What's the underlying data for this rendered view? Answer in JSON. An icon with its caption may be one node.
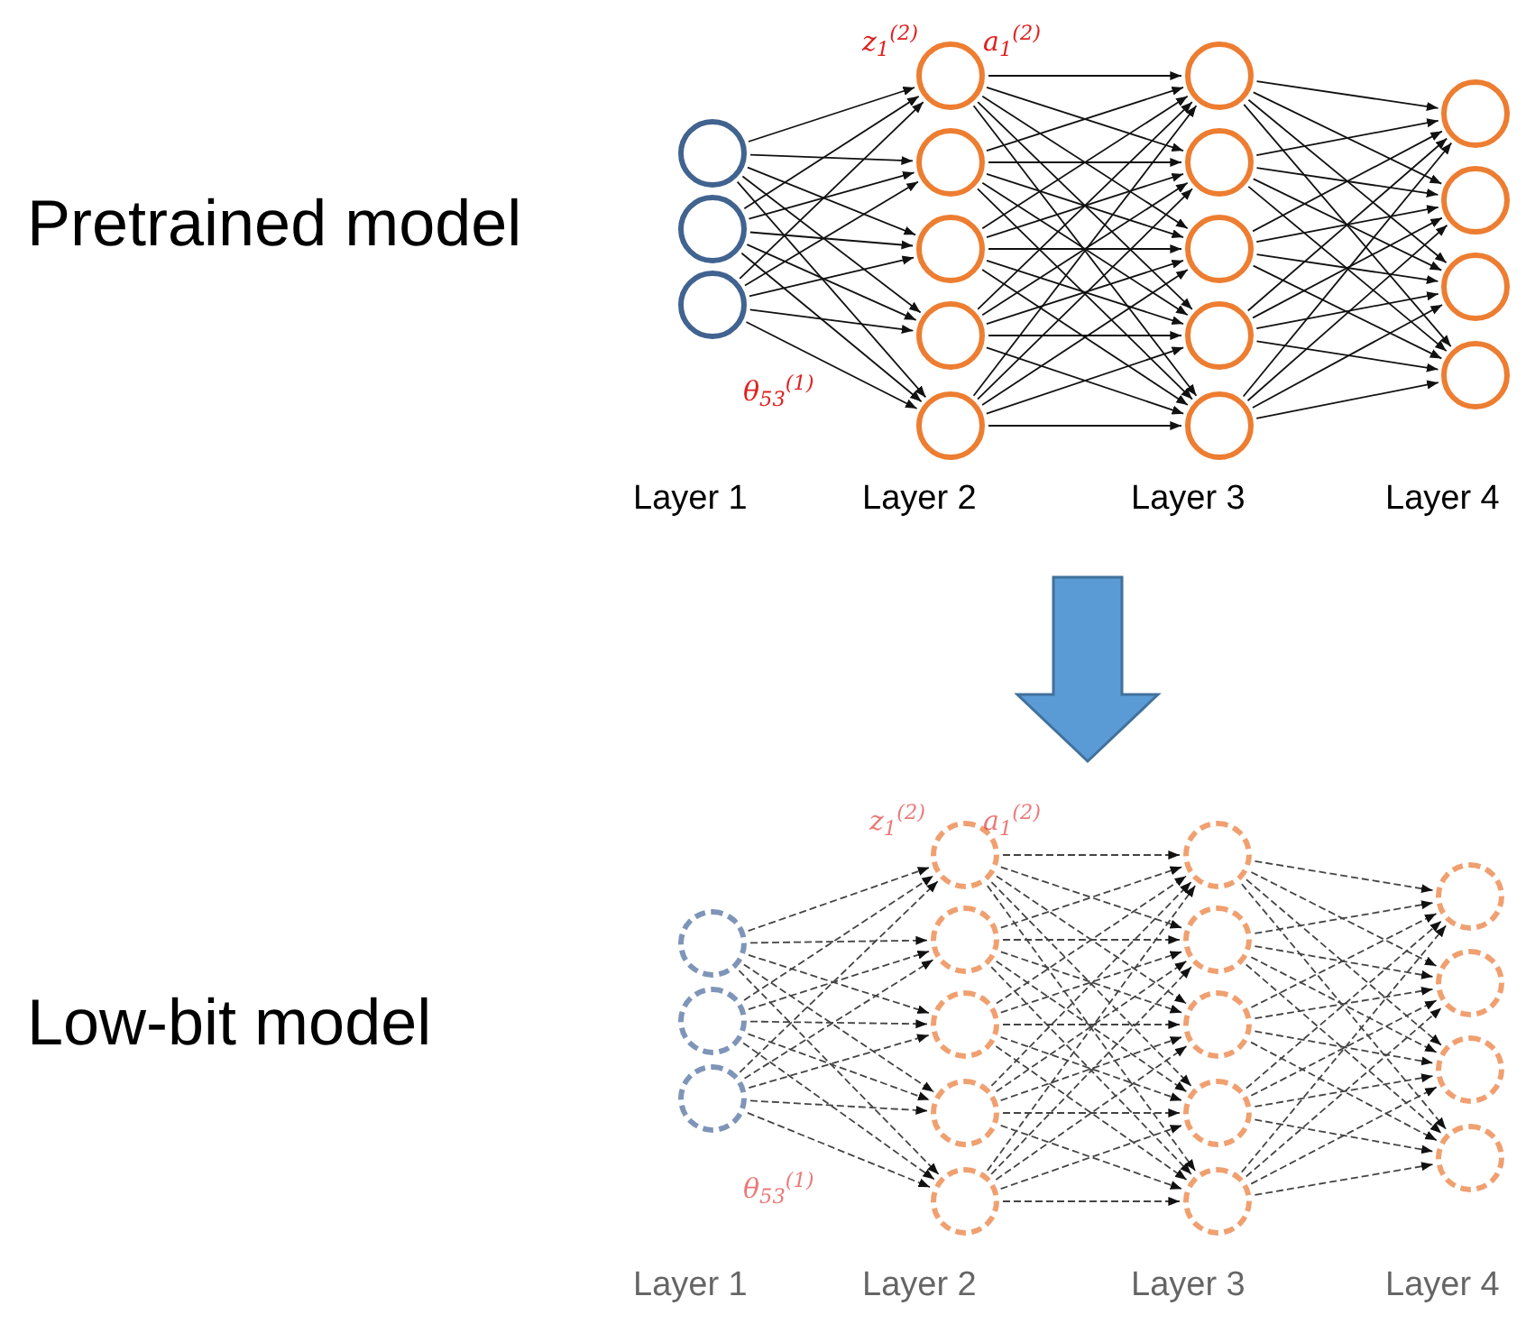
{
  "diagram": {
    "nodes": [
      {
        "text": [],
        "shape": "circle"
      },
      {
        "text": [],
        "shape": "circle"
      },
      {
        "text": [],
        "shape": "circle"
      },
      {
        "text": [],
        "shape": "circle"
      },
      {
        "text": [],
        "shape": "circle"
      },
      {
        "text": [],
        "shape": "circle"
      },
      {
        "text": [],
        "shape": "circle"
      },
      {
        "text": [],
        "shape": "circle"
      },
      {
        "text": [],
        "shape": "circle"
      },
      {
        "text": [],
        "shape": "circle"
      },
      {
        "text": [],
        "shape": "circle"
      },
      {
        "text": [],
        "shape": "circle"
      },
      {
        "text": [],
        "shape": "circle"
      },
      {
        "text": [],
        "shape": "circle"
      },
      {
        "text": [],
        "shape": "circle"
      },
      {
        "text": [],
        "shape": "circle"
      },
      {
        "text": [],
        "shape": "circle"
      },
      {
        "text": [],
        "shape": "circle"
      },
      {
        "text": [],
        "shape": "circle"
      },
      {
        "text": [],
        "shape": "circle"
      },
      {
        "text": [],
        "shape": "circle"
      },
      {
        "text": [],
        "shape": "circle"
      },
      {
        "text": [],
        "shape": "circle"
      },
      {
        "text": [],
        "shape": "circle"
      },
      {
        "text": [],
        "shape": "circle"
      },
      {
        "text": [],
        "shape": "circle"
      },
      {
        "text": [],
        "shape": "circle"
      },
      {
        "text": [],
        "shape": "circle"
      },
      {
        "text": [],
        "shape": "circle"
      },
      {
        "text": [],
        "shape": "circle"
      },
      {
        "text": [],
        "shape": "circle"
      },
      {
        "text": [],
        "shape": "circle"
      },
      {
        "text": [],
        "shape": "circle"
      },
      {
        "text": [],
        "shape": "circle"
      }
    ],
    "edges": [
      {
        "from": 0,
        "to": 3,
        "arrow": "to"
      },
      {
        "from": 0,
        "to": 4,
        "arrow": "to"
      },
      {
        "from": 0,
        "to": 5,
        "arrow": "to"
      },
      {
        "from": 0,
        "to": 6,
        "arrow": "to"
      },
      {
        "from": 0,
        "to": 7,
        "arrow": "to"
      },
      {
        "from": 1,
        "to": 3,
        "arrow": "to"
      },
      {
        "from": 1,
        "to": 4,
        "arrow": "to"
      },
      {
        "from": 1,
        "to": 5,
        "arrow": "to"
      },
      {
        "from": 1,
        "to": 6,
        "arrow": "to"
      },
      {
        "from": 1,
        "to": 7,
        "arrow": "to"
      },
      {
        "from": 2,
        "to": 3,
        "arrow": "to"
      },
      {
        "from": 2,
        "to": 4,
        "arrow": "to"
      },
      {
        "from": 2,
        "to": 5,
        "arrow": "to"
      },
      {
        "from": 2,
        "to": 6,
        "arrow": "to"
      },
      {
        "from": 2,
        "to": 7,
        "arrow": "to"
      },
      {
        "from": 3,
        "to": 8,
        "arrow": "to"
      },
      {
        "from": 3,
        "to": 9,
        "arrow": "to"
      },
      {
        "from": 3,
        "to": 10,
        "arrow": "to"
      },
      {
        "from": 3,
        "to": 11,
        "arrow": "to"
      },
      {
        "from": 3,
        "to": 12,
        "arrow": "to"
      },
      {
        "from": 4,
        "to": 8,
        "arrow": "to"
      },
      {
        "from": 4,
        "to": 9,
        "arrow": "to"
      },
      {
        "from": 4,
        "to": 10,
        "arrow": "to"
      },
      {
        "from": 4,
        "to": 11,
        "arrow": "to"
      },
      {
        "from": 4,
        "to": 12,
        "arrow": "to"
      },
      {
        "from": 5,
        "to": 8,
        "arrow": "to"
      },
      {
        "from": 5,
        "to": 9,
        "arrow": "to"
      },
      {
        "from": 5,
        "to": 10,
        "arrow": "to"
      },
      {
        "from": 5,
        "to": 11,
        "arrow": "to"
      },
      {
        "from": 5,
        "to": 12,
        "arrow": "to"
      },
      {
        "from": 6,
        "to": 8,
        "arrow": "to"
      },
      {
        "from": 6,
        "to": 9,
        "arrow": "to"
      },
      {
        "from": 6,
        "to": 10,
        "arrow": "to"
      },
      {
        "from": 6,
        "to": 11,
        "arrow": "to"
      },
      {
        "from": 6,
        "to": 12,
        "arrow": "to"
      },
      {
        "from": 7,
        "to": 8,
        "arrow": "to"
      },
      {
        "from": 7,
        "to": 9,
        "arrow": "to"
      },
      {
        "from": 7,
        "to": 10,
        "arrow": "to"
      },
      {
        "from": 7,
        "to": 11,
        "arrow": "to"
      },
      {
        "from": 7,
        "to": 12,
        "arrow": "to"
      },
      {
        "from": 8,
        "to": 13,
        "arrow": "to"
      },
      {
        "from": 8,
        "to": 14,
        "arrow": "to"
      },
      {
        "from": 8,
        "to": 15,
        "arrow": "to"
      },
      {
        "from": 8,
        "to": 16,
        "arrow": "to"
      },
      {
        "from": 9,
        "to": 13,
        "arrow": "to"
      },
      {
        "from": 9,
        "to": 14,
        "arrow": "to"
      },
      {
        "from": 9,
        "to": 15,
        "arrow": "to"
      },
      {
        "from": 9,
        "to": 16,
        "arrow": "to"
      },
      {
        "from": 10,
        "to": 13,
        "arrow": "to"
      },
      {
        "from": 10,
        "to": 14,
        "arrow": "to"
      },
      {
        "from": 10,
        "to": 15,
        "arrow": "to"
      },
      {
        "from": 10,
        "to": 16,
        "arrow": "to"
      },
      {
        "from": 11,
        "to": 13,
        "arrow": "to"
      },
      {
        "from": 11,
        "to": 14,
        "arrow": "to"
      },
      {
        "from": 11,
        "to": 15,
        "arrow": "to"
      },
      {
        "from": 11,
        "to": 16,
        "arrow": "to"
      },
      {
        "from": 12,
        "to": 13,
        "arrow": "to"
      },
      {
        "from": 12,
        "to": 14,
        "arrow": "to"
      },
      {
        "from": 12,
        "to": 15,
        "arrow": "to"
      },
      {
        "from": 12,
        "to": 16,
        "arrow": "to"
      },
      {
        "from": 17,
        "to": 20,
        "arrow": "to",
        "style": "dashed"
      },
      {
        "from": 17,
        "to": 21,
        "arrow": "to",
        "style": "dashed"
      },
      {
        "from": 17,
        "to": 22,
        "arrow": "to",
        "style": "dashed"
      },
      {
        "from": 17,
        "to": 23,
        "arrow": "to",
        "style": "dashed"
      },
      {
        "from": 17,
        "to": 24,
        "arrow": "to",
        "style": "dashed"
      },
      {
        "from": 18,
        "to": 20,
        "arrow": "to",
        "style": "dashed"
      },
      {
        "from": 18,
        "to": 21,
        "arrow": "to",
        "style": "dashed"
      },
      {
        "from": 18,
        "to": 22,
        "arrow": "to",
        "style": "dashed"
      },
      {
        "from": 18,
        "to": 23,
        "arrow": "to",
        "style": "dashed"
      },
      {
        "from": 18,
        "to": 24,
        "arrow": "to",
        "style": "dashed"
      },
      {
        "from": 19,
        "to": 20,
        "arrow": "to",
        "style": "dashed"
      },
      {
        "from": 19,
        "to": 21,
        "arrow": "to",
        "style": "dashed"
      },
      {
        "from": 19,
        "to": 22,
        "arrow": "to",
        "style": "dashed"
      },
      {
        "from": 19,
        "to": 23,
        "arrow": "to",
        "style": "dashed"
      },
      {
        "from": 19,
        "to": 24,
        "arrow": "to",
        "style": "dashed"
      },
      {
        "from": 20,
        "to": 25,
        "arrow": "to",
        "style": "dashed"
      },
      {
        "from": 20,
        "to": 26,
        "arrow": "to",
        "style": "dashed"
      },
      {
        "from": 20,
        "to": 27,
        "arrow": "to",
        "style": "dashed"
      },
      {
        "from": 20,
        "to": 28,
        "arrow": "to",
        "style": "dashed"
      },
      {
        "from": 20,
        "to": 29,
        "arrow": "to",
        "style": "dashed"
      },
      {
        "from": 21,
        "to": 25,
        "arrow": "to",
        "style": "dashed"
      },
      {
        "from": 21,
        "to": 26,
        "arrow": "to",
        "style": "dashed"
      },
      {
        "from": 21,
        "to": 27,
        "arrow": "to",
        "style": "dashed"
      },
      {
        "from": 21,
        "to": 28,
        "arrow": "to",
        "style": "dashed"
      },
      {
        "from": 21,
        "to": 29,
        "arrow": "to",
        "style": "dashed"
      },
      {
        "from": 22,
        "to": 25,
        "arrow": "to",
        "style": "dashed"
      },
      {
        "from": 22,
        "to": 26,
        "arrow": "to",
        "style": "dashed"
      },
      {
        "from": 22,
        "to": 27,
        "arrow": "to",
        "style": "dashed"
      },
      {
        "from": 22,
        "to": 28,
        "arrow": "to",
        "style": "dashed"
      },
      {
        "from": 22,
        "to": 29,
        "arrow": "to",
        "style": "dashed"
      },
      {
        "from": 23,
        "to": 25,
        "arrow": "to",
        "style": "dashed"
      },
      {
        "from": 23,
        "to": 26,
        "arrow": "to",
        "style": "dashed"
      },
      {
        "from": 23,
        "to": 27,
        "arrow": "to",
        "style": "dashed"
      },
      {
        "from": 23,
        "to": 28,
        "arrow": "to",
        "style": "dashed"
      },
      {
        "from": 23,
        "to": 29,
        "arrow": "to",
        "style": "dashed"
      },
      {
        "from": 24,
        "to": 25,
        "arrow": "to",
        "style": "dashed"
      },
      {
        "from": 24,
        "to": 26,
        "arrow": "to",
        "style": "dashed"
      },
      {
        "from": 24,
        "to": 27,
        "arrow": "to",
        "style": "dashed"
      },
      {
        "from": 24,
        "to": 28,
        "arrow": "to",
        "style": "dashed"
      },
      {
        "from": 24,
        "to": 29,
        "arrow": "to",
        "style": "dashed"
      },
      {
        "from": 25,
        "to": 30,
        "arrow": "to",
        "style": "dashed"
      },
      {
        "from": 25,
        "to": 31,
        "arrow": "to",
        "style": "dashed"
      },
      {
        "from": 25,
        "to": 32,
        "arrow": "to",
        "style": "dashed"
      },
      {
        "from": 25,
        "to": 33,
        "arrow": "to",
        "style": "dashed"
      },
      {
        "from": 26,
        "to": 30,
        "arrow": "to",
        "style": "dashed"
      },
      {
        "from": 26,
        "to": 31,
        "arrow": "to",
        "style": "dashed"
      },
      {
        "from": 26,
        "to": 32,
        "arrow": "to",
        "style": "dashed"
      },
      {
        "from": 26,
        "to": 33,
        "arrow": "to",
        "style": "dashed"
      },
      {
        "from": 27,
        "to": 30,
        "arrow": "to",
        "style": "dashed"
      },
      {
        "from": 27,
        "to": 31,
        "arrow": "to",
        "style": "dashed"
      },
      {
        "from": 27,
        "to": 32,
        "arrow": "to",
        "style": "dashed"
      },
      {
        "from": 27,
        "to": 33,
        "arrow": "to",
        "style": "dashed"
      },
      {
        "from": 28,
        "to": 30,
        "arrow": "to",
        "style": "dashed"
      },
      {
        "from": 28,
        "to": 31,
        "arrow": "to",
        "style": "dashed"
      },
      {
        "from": 28,
        "to": 32,
        "arrow": "to",
        "style": "dashed"
      },
      {
        "from": 28,
        "to": 33,
        "arrow": "to",
        "style": "dashed"
      },
      {
        "from": 29,
        "to": 30,
        "arrow": "to",
        "style": "dashed"
      },
      {
        "from": 29,
        "to": 31,
        "arrow": "to",
        "style": "dashed"
      },
      {
        "from": 29,
        "to": 32,
        "arrow": "to",
        "style": "dashed"
      },
      {
        "from": 29,
        "to": 33,
        "arrow": "to",
        "style": "dashed"
      }
    ],
    "labels": [
      "Pretrained model",
      "z$_{1}$$^{(2)}$",
      "a$_{1}$$^{(2)}$",
      "θ$_{53}$$^{(1)}$",
      "Layer 1",
      "Layer 2",
      "Layer 3",
      "Layer 4",
      "Low-bit model",
      "z$_{1}$$^{(2)}$",
      "a$_{1}$$^{(2)}$",
      "θ$_{53}$$^{(1)}$",
      "Layer 1",
      "Layer 2",
      "Layer 3",
      "Layer 4"
    ]
  }
}
